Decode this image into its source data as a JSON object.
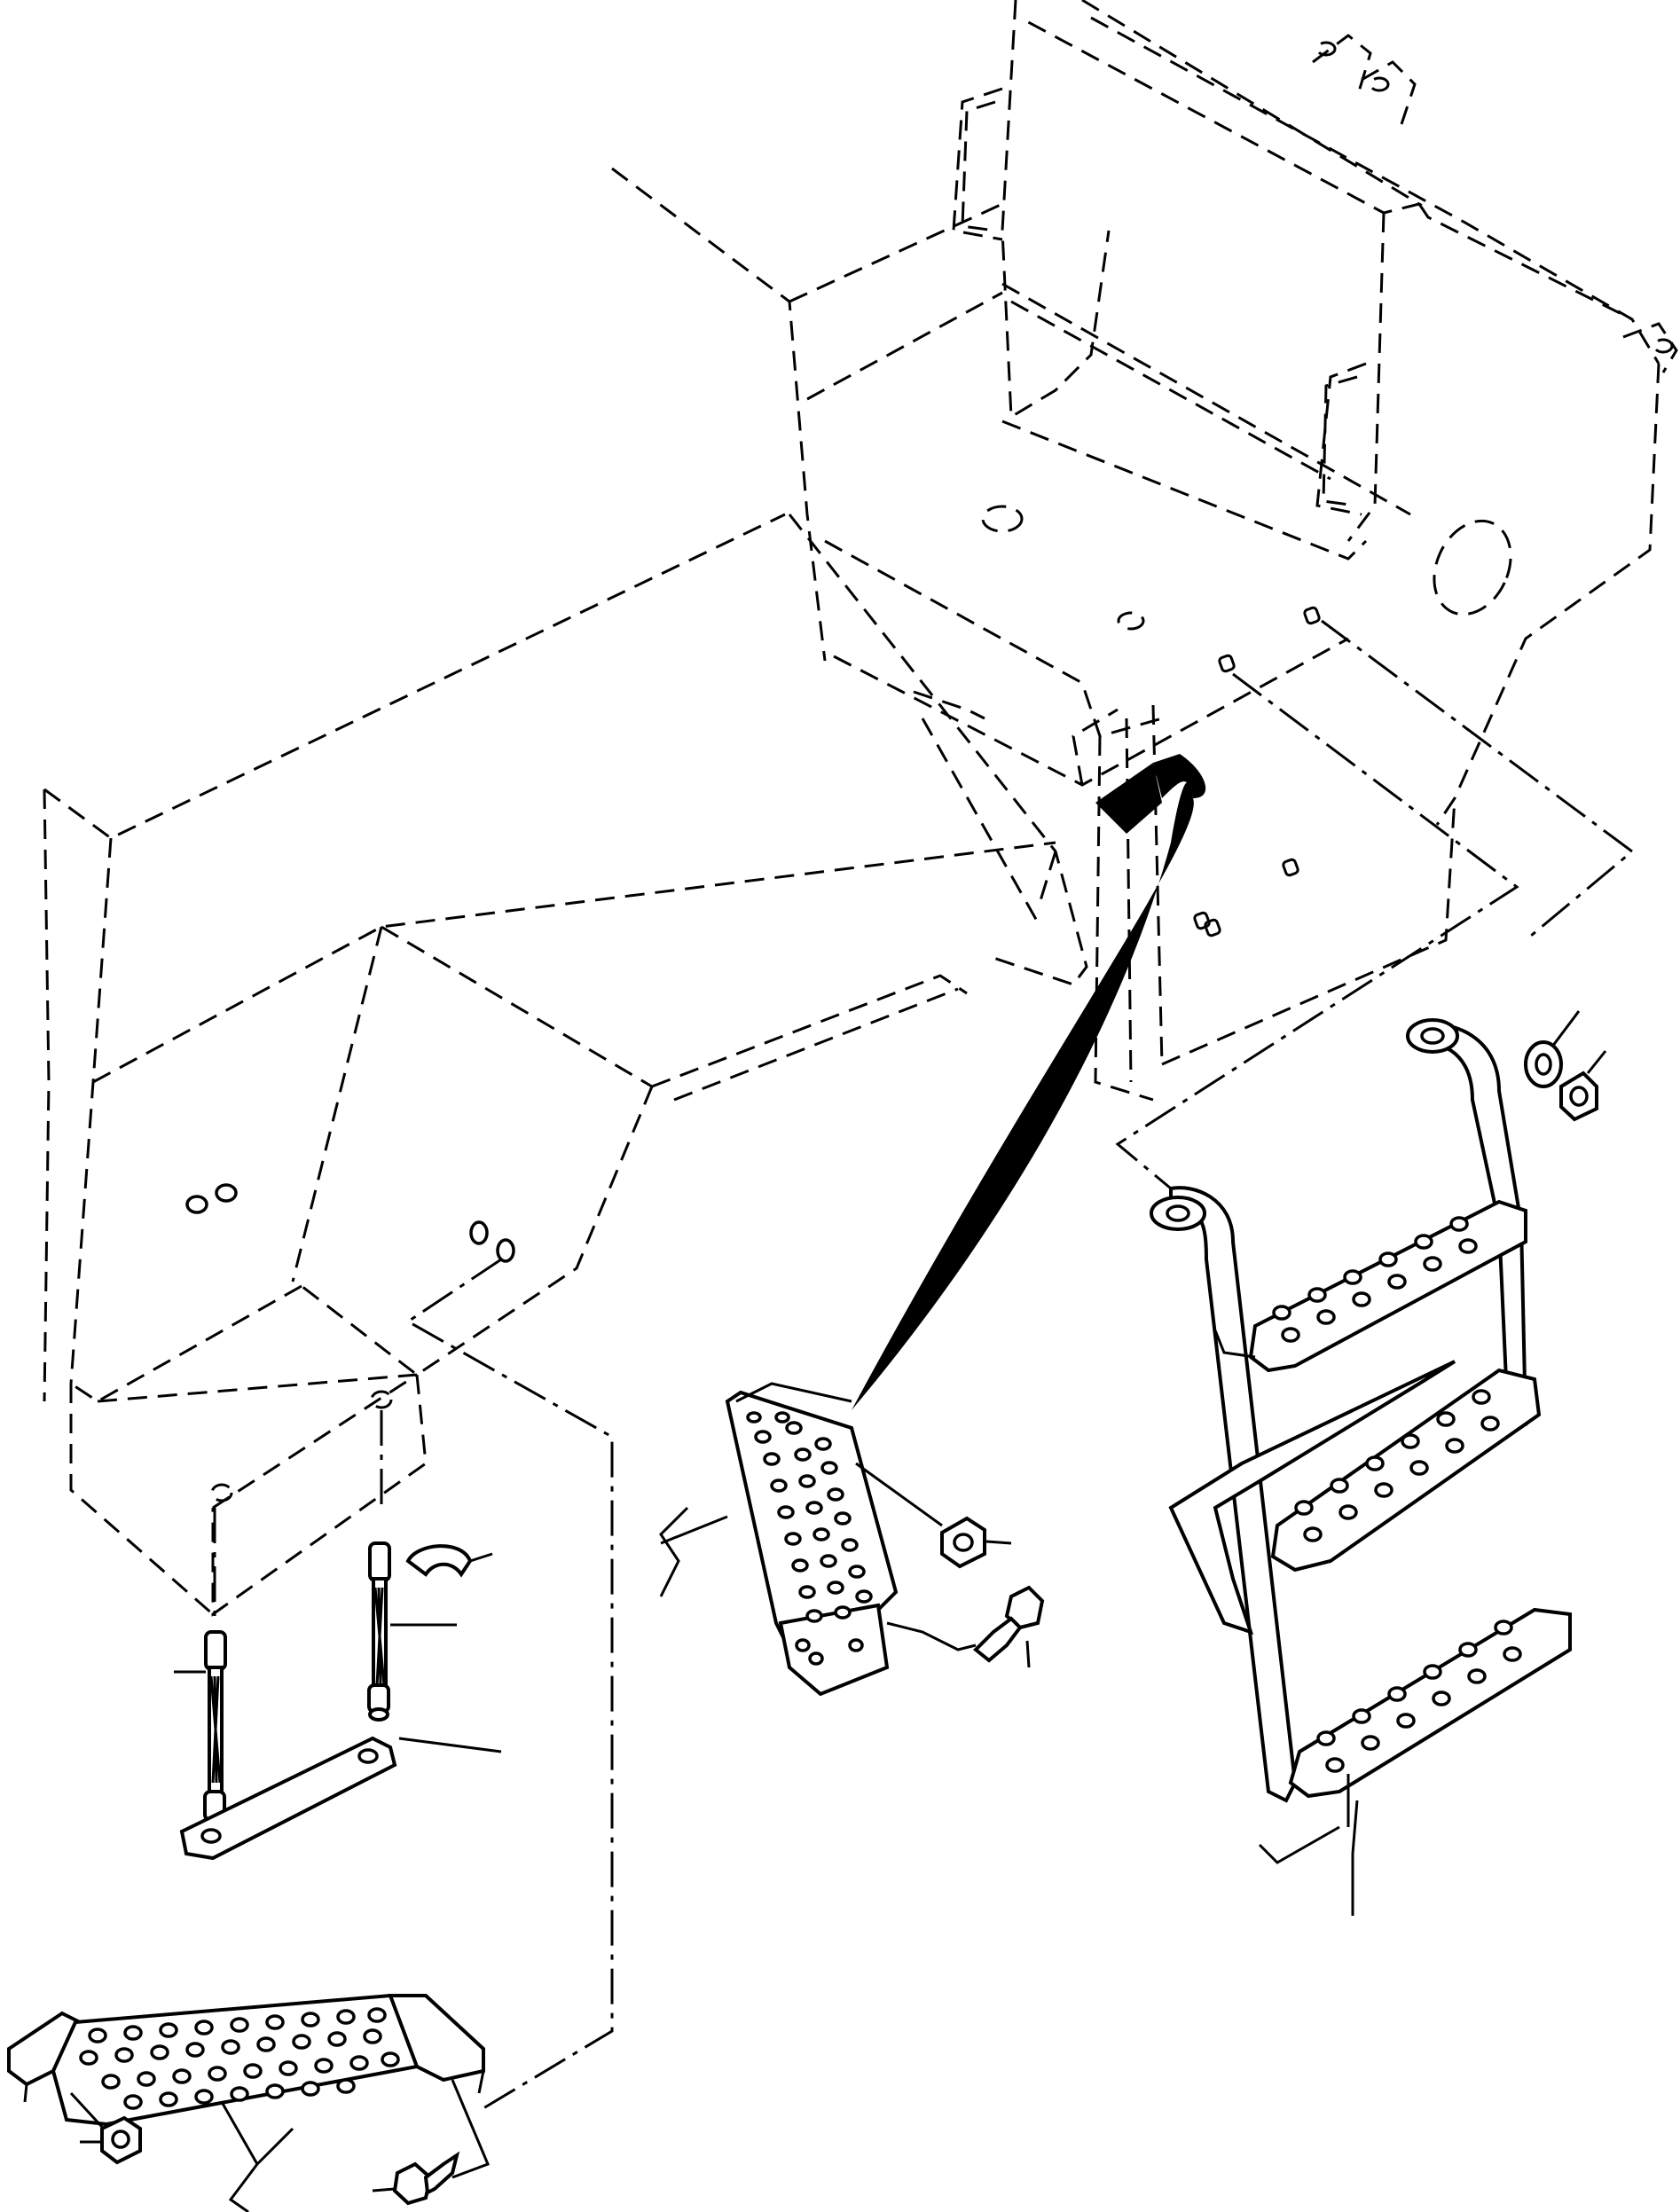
{
  "colors": {
    "line": "#000000",
    "background": "#ffffff"
  },
  "icons": {
    "arrow": "curved-pointer-arrow",
    "hardware": [
      "lock-nut-icon",
      "hex-bolt-icon",
      "washer-icon",
      "retaining-clip-icon"
    ]
  },
  "parts": {
    "top_ladder": {
      "step_count": 3
    },
    "side_step": {
      "hole_count": 28
    },
    "lower_step": {
      "hole_count": 34
    },
    "fixed_cables": {
      "count": 2
    }
  }
}
